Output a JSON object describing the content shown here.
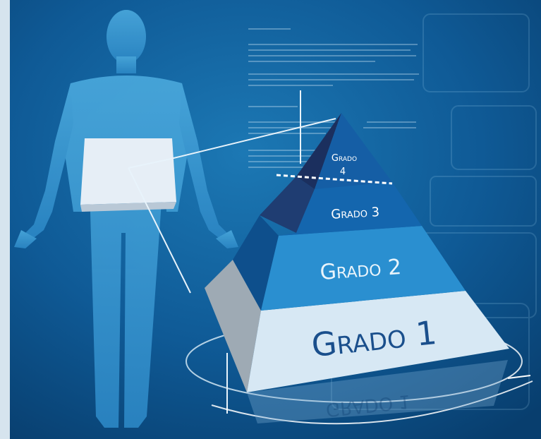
{
  "levels": [
    {
      "prefix": "G",
      "rest": "RADO",
      "number": "4"
    },
    {
      "prefix": "G",
      "rest": "RADO",
      "number": "3"
    },
    {
      "prefix": "G",
      "rest": "RADO",
      "number": "2"
    },
    {
      "prefix": "G",
      "rest": "RADO",
      "number": "1"
    }
  ],
  "reflection_text": "GRADO 1"
}
